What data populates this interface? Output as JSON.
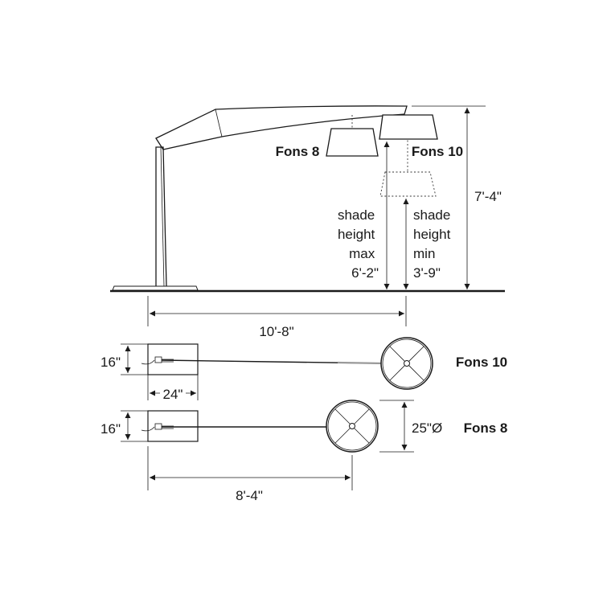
{
  "labels": {
    "fons8_side": "Fons 8",
    "fons10_side": "Fons 10",
    "overall_height": "7'-4\"",
    "shade_max": [
      "shade",
      "height",
      "max",
      "6'-2\""
    ],
    "shade_min": [
      "shade",
      "height",
      "min",
      "3'-9\""
    ],
    "reach_fons10": "10'-8\"",
    "base_depth_top": "16\"",
    "base_width": "24\"",
    "base_depth_bottom": "16\"",
    "fons10_plan": "Fons 10",
    "fons8_plan": "Fons 8",
    "shade_diameter": "25\"Ø",
    "reach_fons8": "8'-4\""
  }
}
